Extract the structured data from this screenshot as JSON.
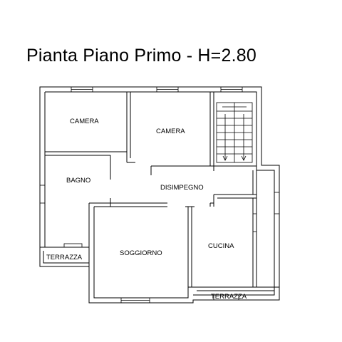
{
  "title": "Pianta Piano Primo - H=2.80",
  "rooms": {
    "camera_left": "CAMERA",
    "camera_right": "CAMERA",
    "bagno": "BAGNO",
    "disimpegno": "DISIMPEGNO",
    "soggiorno": "SOGGIORNO",
    "cucina": "CUCINA",
    "terrazza_left": "TERRAZZA",
    "terrazza_right": "TERRAZZA"
  }
}
